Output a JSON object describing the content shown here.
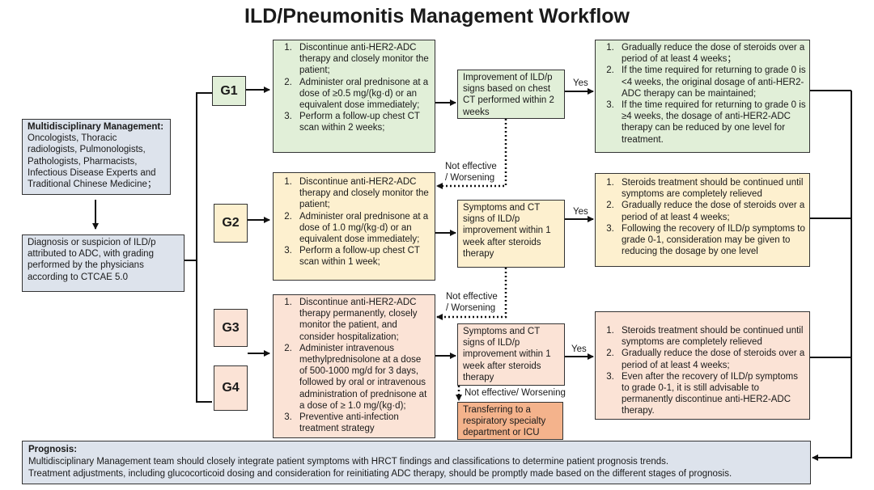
{
  "title": "ILD/Pneumonitis Management Workflow",
  "mdt": {
    "heading": "Multidisciplinary Management:",
    "body": "Oncologists, Thoracic radiologists, Pulmonologists, Pathologists, Pharmacists, Infectious Disease Experts and Traditional Chinese Medicine；"
  },
  "diagnosis": "Diagnosis or suspicion of ILD/p attributed to ADC, with grading performed by the physicians according to CTCAE 5.0",
  "grades": {
    "g1": "G1",
    "g2": "G2",
    "g3": "G3",
    "g4": "G4"
  },
  "g1": {
    "steps": [
      "Discontinue anti-HER2-ADC therapy and closely monitor the patient;",
      "Administer oral prednisone at a dose of ≥0.5 mg/(kg·d) or an equivalent dose immediately;",
      "Perform a follow-up chest CT scan within 2 weeks;"
    ],
    "check": "Improvement of ILD/p signs based on chest CT performed within 2 weeks",
    "outcome": [
      "Gradually reduce the dose of steroids over a period of at least 4 weeks；",
      "If the time required for returning to grade 0 is <4 weeks, the original dosage of anti-HER2-ADC therapy can be maintained;",
      "If the time required for returning to grade 0 is ≥4 weeks, the dosage of anti-HER2-ADC therapy can be reduced by one level for treatment."
    ]
  },
  "g2": {
    "steps": [
      "Discontinue anti-HER2-ADC therapy and closely monitor the patient;",
      "Administer oral prednisone at a dose of 1.0 mg/(kg·d) or an equivalent dose immediately;",
      "Perform a follow-up chest CT scan within 1 week;"
    ],
    "check": "Symptoms and CT signs of ILD/p improvement within 1 week after steroids therapy",
    "outcome": [
      "Steroids treatment should be continued until symptoms are completely relieved",
      "Gradually reduce the dose of steroids over a period of at least 4 weeks;",
      "Following the recovery of ILD/p symptoms to grade 0-1, consideration may be given to reducing the dosage by one level"
    ]
  },
  "g34": {
    "steps": [
      "Discontinue anti-HER2-ADC therapy permanently, closely monitor the patient, and consider hospitalization;",
      "Administer intravenous methylprednisolone at a dose of 500-1000 mg/d for 3 days, followed by oral or intravenous administration of prednisone at a dose of ≥ 1.0 mg/(kg·d);",
      "Preventive anti-infection treatment strategy"
    ],
    "check": "Symptoms and CT signs of ILD/p improvement within 1 week after steroids therapy",
    "outcome": [
      "Steroids treatment should be continued until symptoms are completely relieved",
      "Gradually reduce the dose of steroids over a period of at least 4 weeks;",
      "Even after the recovery of ILD/p symptoms to grade 0-1, it is still advisable to permanently discontinue anti-HER2-ADC therapy."
    ],
    "transfer": "Transferring to a respiratory specialty department or ICU"
  },
  "labels": {
    "yes": "Yes",
    "not_effective_1a": "Not effective",
    "not_effective_1b": "/ Worsening",
    "not_effective_2a": "Not effective",
    "not_effective_2b": "/ Worsening",
    "not_effective_3": "Not effective/ Worsening"
  },
  "prognosis": {
    "heading": "Prognosis:",
    "line1": "Multidisciplinary Management team should closely integrate patient symptoms with HRCT findings and classifications to determine patient prognosis trends.",
    "line2": "Treatment adjustments, including glucocorticoid dosing and consideration for reinitiating ADC therapy, should be promptly made based on the different stages of prognosis."
  },
  "colors": {
    "green": "#e1efd8",
    "yellow": "#fdf0cf",
    "peach": "#fbe3d6",
    "grey": "#dde3ec",
    "orange": "#f4b38c"
  }
}
